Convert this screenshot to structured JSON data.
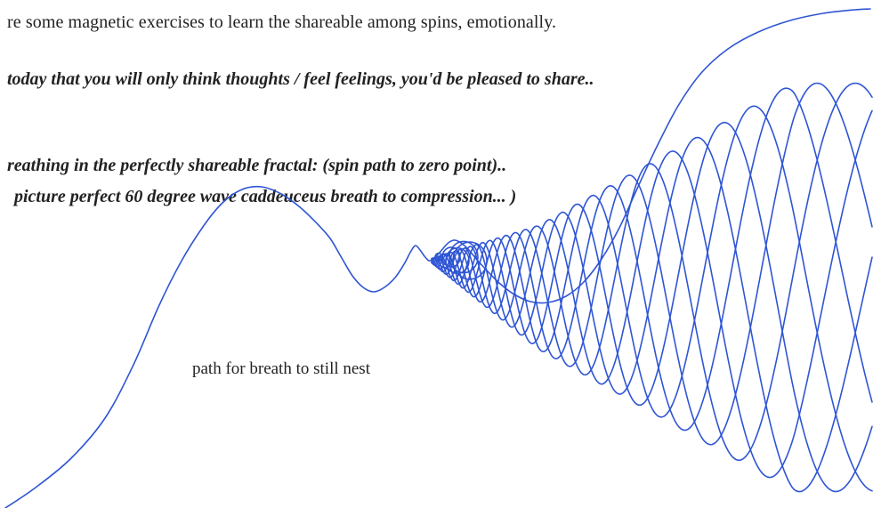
{
  "text": {
    "line1": "re some magnetic exercises to learn the shareable among spins, emotionally.",
    "line2": "today that you will only think thoughts / feel feelings, you'd be pleased to share..",
    "line3": "reathing in the perfectly shareable fractal: (spin path to zero point)..",
    "line4": "picture perfect 60 degree wave caddeuceus breath to compression... )",
    "caption": "path for breath to still nest"
  },
  "colors": {
    "text": "#222222",
    "wave": "#2f55d4",
    "background": "#ffffff"
  }
}
